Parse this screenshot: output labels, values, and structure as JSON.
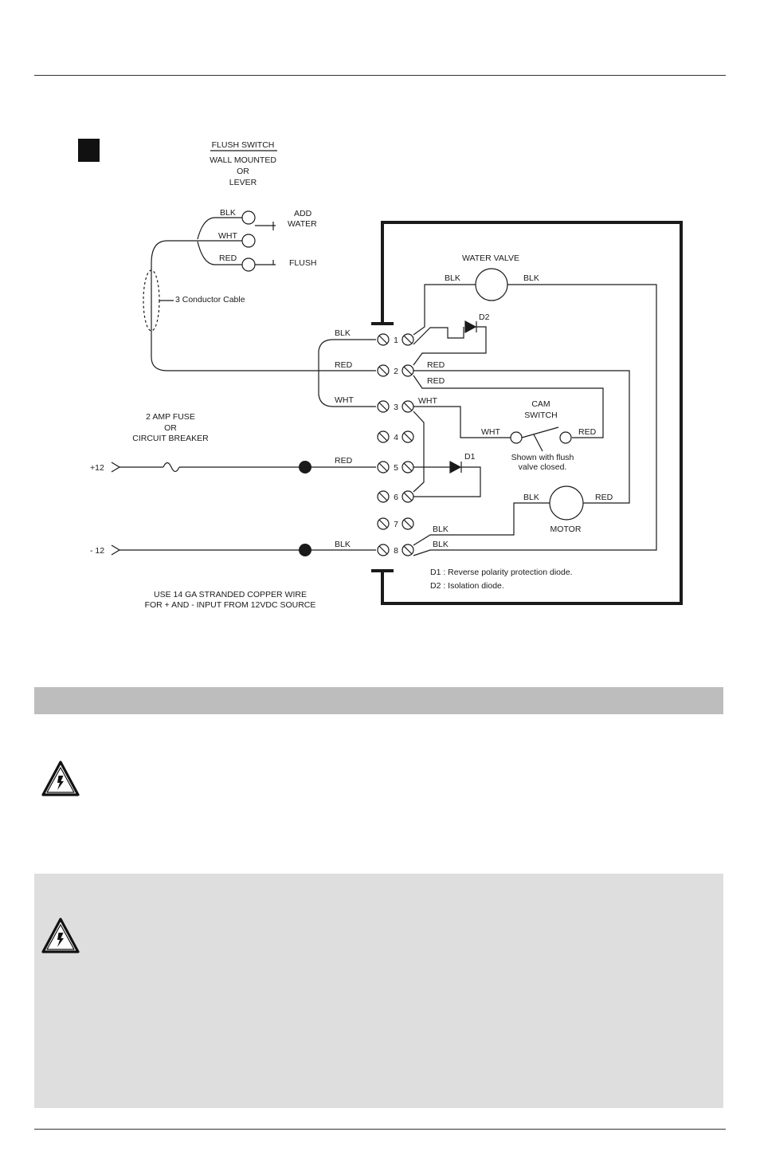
{
  "switch": {
    "title": "FLUSH SWITCH",
    "line1": "WALL MOUNTED",
    "line2": "OR",
    "line3": "LEVER",
    "wire_blk": "BLK",
    "wire_wht": "WHT",
    "wire_red": "RED",
    "add1": "ADD",
    "add2": "WATER",
    "flush": "FLUSH",
    "cable": "3 Conductor Cable"
  },
  "terminals": [
    "1",
    "2",
    "3",
    "4",
    "5",
    "6",
    "7",
    "8"
  ],
  "left_wires": {
    "t1": "BLK",
    "t2": "RED",
    "t3": "WHT",
    "t5": "RED",
    "t8": "BLK"
  },
  "power": {
    "fuse1": "2 AMP FUSE",
    "fuse2": "OR",
    "fuse3": "CIRCUIT BREAKER",
    "plus": "+12",
    "minus": "- 12",
    "note1": "USE 14 GA STRANDED COPPER WIRE",
    "note2": "FOR + AND - INPUT FROM 12VDC SOURCE"
  },
  "valve": {
    "title": "WATER VALVE",
    "left": "BLK",
    "right": "BLK"
  },
  "diodes": {
    "d1": "D1",
    "d2": "D2",
    "legend1": "D1 :  Reverse polarity protection diode.",
    "legend2": "D2 :  Isolation diode."
  },
  "right_wires": {
    "t2a": "RED",
    "t2b": "RED",
    "t3": "WHT",
    "t8a": "BLK",
    "t8b": "BLK"
  },
  "cam": {
    "title1": "CAM",
    "title2": "SWITCH",
    "left": "WHT",
    "right": "RED",
    "note1": "Shown with flush",
    "note2": "valve closed."
  },
  "motor": {
    "title": "MOTOR",
    "left": "BLK",
    "right": "RED"
  },
  "colors": {
    "section_bar": "#bdbdbd",
    "panel": "#dedede",
    "ink": "#1a1a1a"
  }
}
